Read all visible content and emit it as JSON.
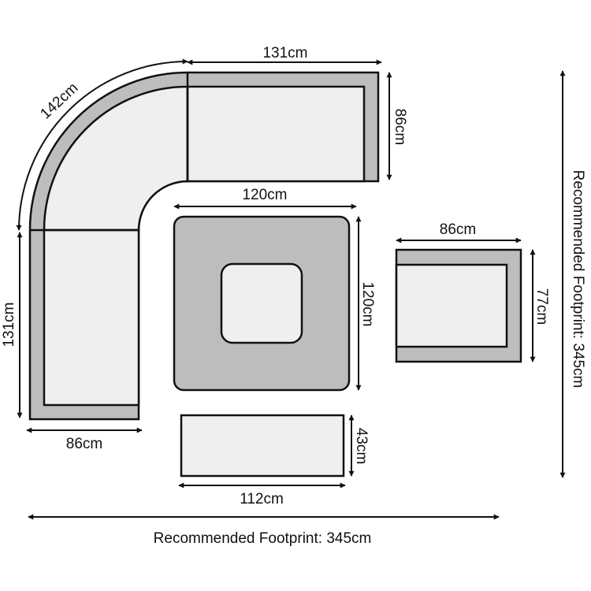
{
  "diagram": {
    "dimensions": {
      "corner_arc": "142cm",
      "top_seat_width": "131cm",
      "top_seat_depth": "86cm",
      "left_seat_height": "131cm",
      "left_seat_depth": "86cm",
      "table_width": "120cm",
      "table_depth": "120cm",
      "chair_width": "86cm",
      "chair_depth": "77cm",
      "footstool_depth": "43cm",
      "footstool_width": "112cm",
      "footprint_width": "Recommended Footprint: 345cm",
      "footprint_depth": "Recommended Footprint: 345cm"
    },
    "colors": {
      "frame": "#bdbdbd",
      "cushion": "#efefef",
      "outline": "#111111"
    }
  }
}
